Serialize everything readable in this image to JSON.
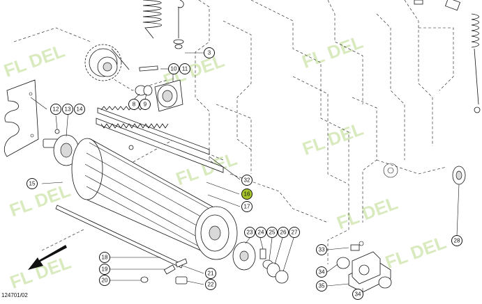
{
  "drawing": {
    "reference": "124701/02",
    "callouts": [
      "3",
      "8",
      "9",
      "10",
      "11",
      "12",
      "13",
      "14",
      "15",
      "16",
      "17",
      "18",
      "19",
      "20",
      "21",
      "22",
      "23",
      "24",
      "25",
      "26",
      "27",
      "28",
      "32",
      "33",
      "34",
      "34",
      "35"
    ],
    "highlighted_callout": "16",
    "accent_color": "#a7c52a",
    "watermark": {
      "text": "FL DEL",
      "color": "#b9d98a"
    },
    "icons": [
      "direction-arrow-icon"
    ]
  }
}
